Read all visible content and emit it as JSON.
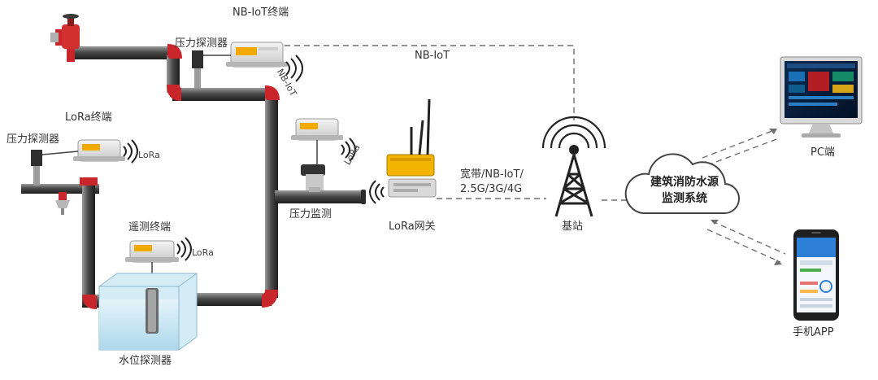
{
  "labels": {
    "nbiot_terminal": "NB-IoT终端",
    "pressure_detector_top": "压力探测器",
    "nbiot_link": "NB-IoT",
    "nbiot_signal": "NB-IoT",
    "lora_terminal": "LoRa终端",
    "pressure_detector_left": "压力探测器",
    "lora_signal_left": "LoRa",
    "lora_signal_mid": "LoRa",
    "pressure_monitor": "压力监测",
    "lora_gateway": "LoRa网关",
    "broadband_line1": "宽带/NB-IoT/",
    "broadband_line2": "2.5G/3G/4G",
    "base_station": "基站",
    "cloud_line1": "建筑消防水源",
    "cloud_line2": "监测系统",
    "pc": "PC端",
    "mobile_app": "手机APP",
    "telemetry_terminal": "遥测终端",
    "lora_signal_telemetry": "LoRa",
    "water_level_detector": "水位探测器"
  }
}
